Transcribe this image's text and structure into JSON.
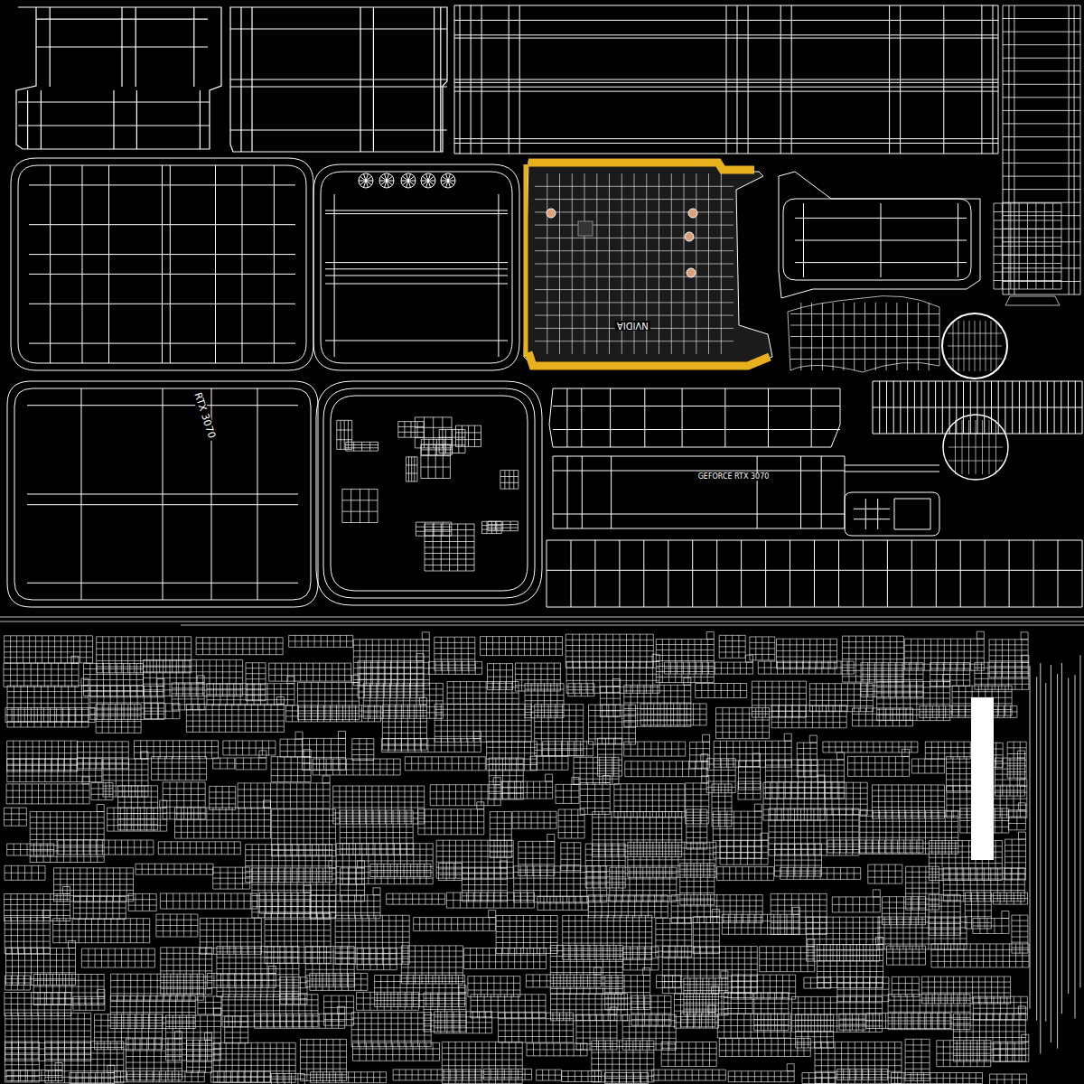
{
  "diagram": {
    "labels": [
      "RTX 3070",
      "NVIDIA",
      "GEFORCE RTX 3070"
    ]
  }
}
